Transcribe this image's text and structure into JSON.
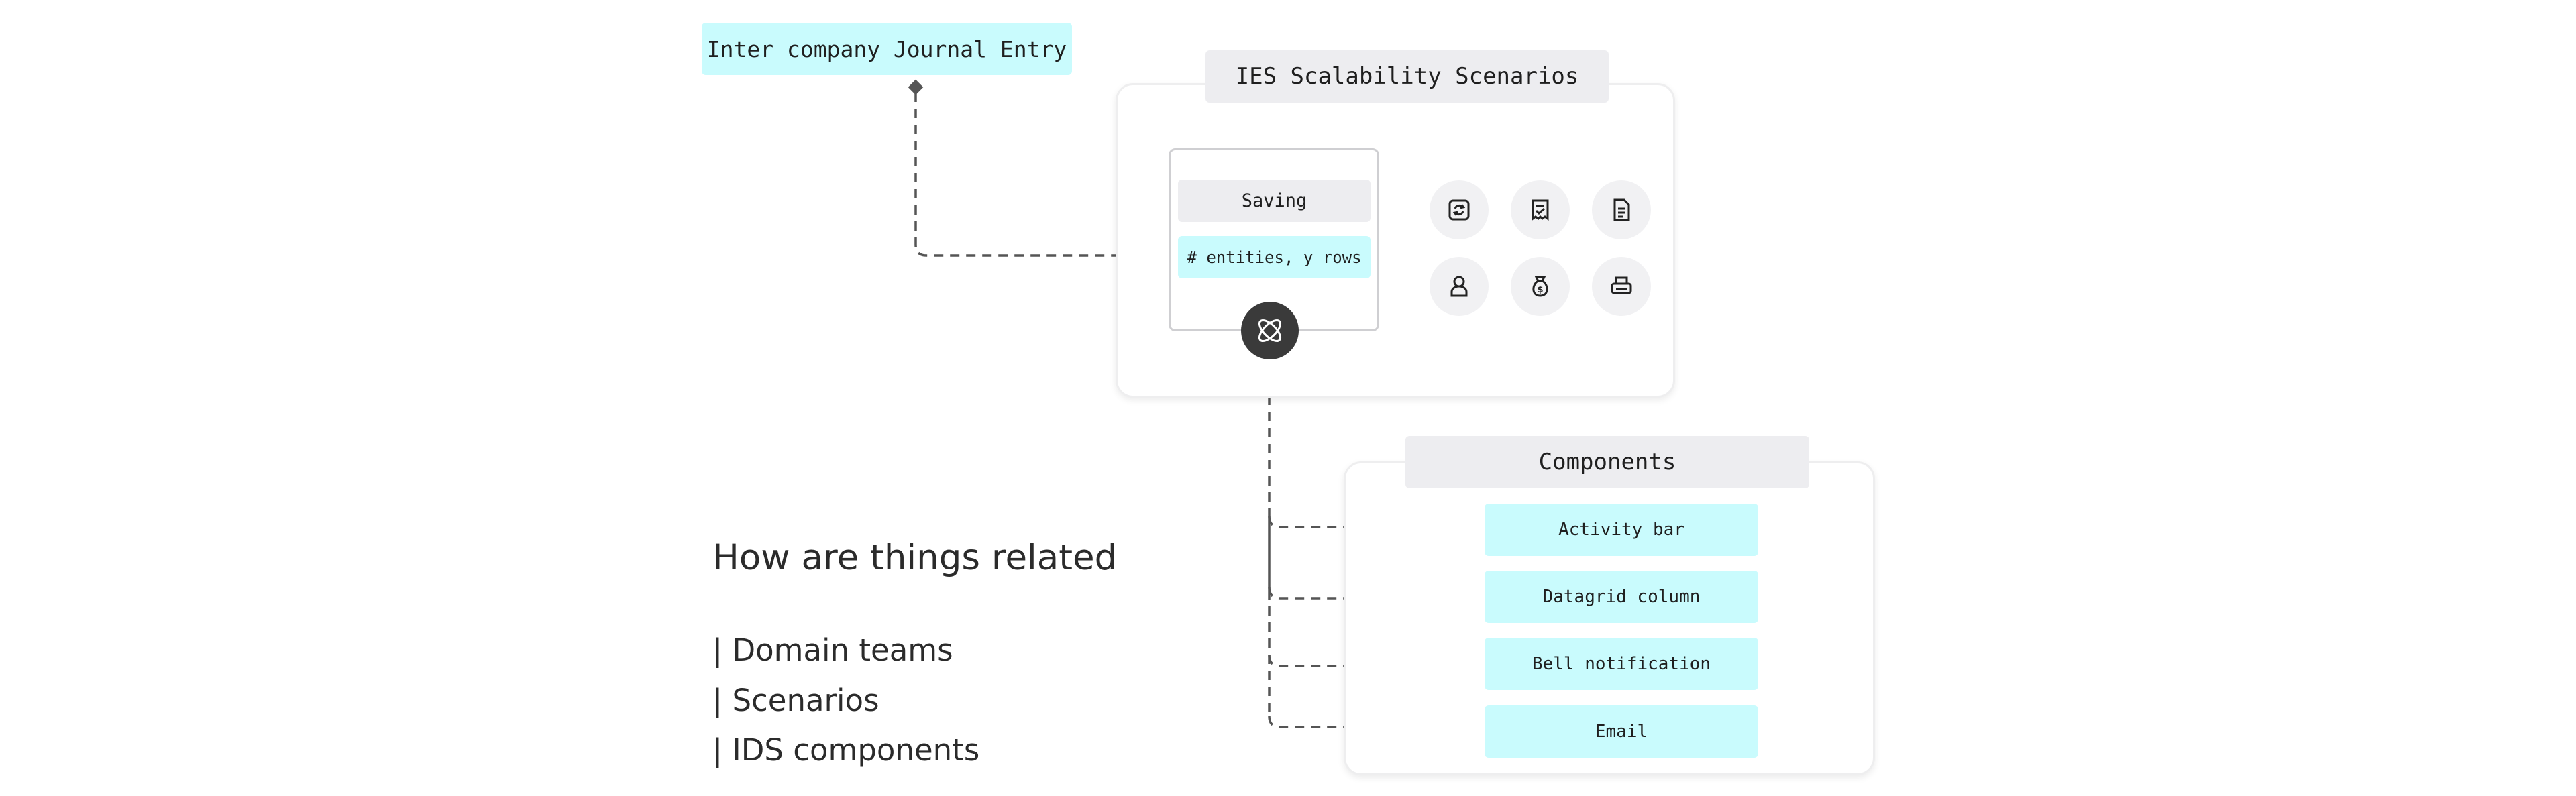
{
  "intercompany": {
    "label": "Inter company Journal Entry"
  },
  "scenarios": {
    "title": "IES Scalability Scenarios",
    "saving_label": "Saving",
    "entities_label": "# entities, y rows",
    "icons": [
      "refresh-icon",
      "receipt-icon",
      "document-icon",
      "user-icon",
      "money-bag-icon",
      "printer-icon"
    ]
  },
  "components": {
    "title": "Components",
    "items": [
      {
        "label": "Activity bar"
      },
      {
        "label": "Datagrid column"
      },
      {
        "label": "Bell notification"
      },
      {
        "label": "Email"
      }
    ]
  },
  "notes": {
    "heading": "How are things related",
    "lines": [
      "| Domain teams",
      "| Scenarios",
      "| IDS components"
    ]
  },
  "colors": {
    "cyan": "#c9fbfd",
    "gray_chip": "#ededf0",
    "connector": "#555555",
    "hub": "#3a3a3a"
  }
}
